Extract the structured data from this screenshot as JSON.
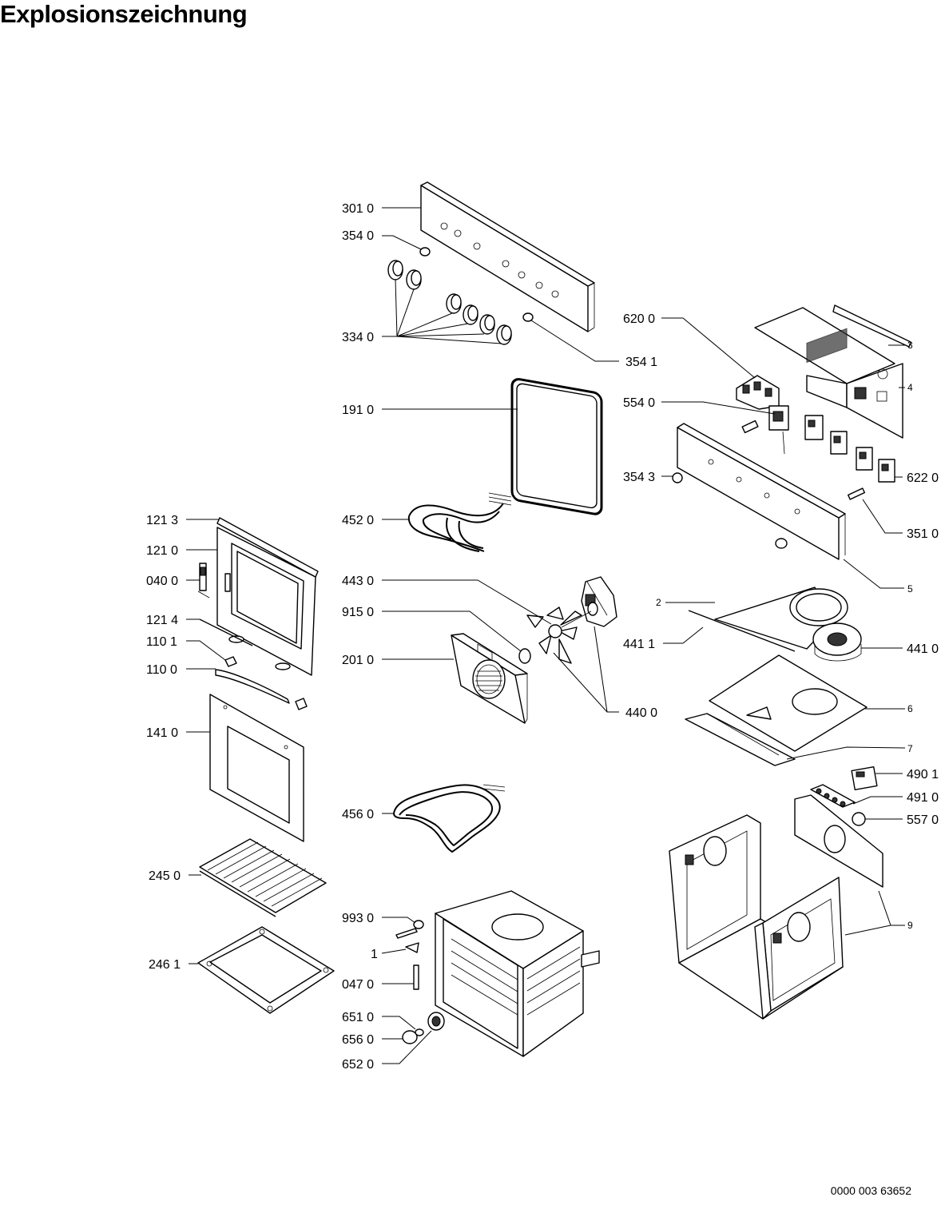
{
  "title": "Explosionszeichnung",
  "document_number": "0000 003 63652",
  "callouts": {
    "c3010": "301 0",
    "c3540": "354 0",
    "c3340": "334 0",
    "c3541": "354 1",
    "c1910": "191 0",
    "c4520": "452 0",
    "c4430": "443 0",
    "c9150": "915 0",
    "c2010": "201 0",
    "c4400": "440 0",
    "c4560": "456 0",
    "c9930": "993 0",
    "c1": "1",
    "c0470": "047 0",
    "c6510": "651 0",
    "c6560": "656 0",
    "c6520": "652 0",
    "c1213": "121 3",
    "c1210": "121 0",
    "c0400": "040 0",
    "c1214": "121 4",
    "c1101": "110 1",
    "c1100": "110 0",
    "c1410": "141 0",
    "c2450": "245 0",
    "c2461": "246 1",
    "c6200": "620 0",
    "c3": "3",
    "c4": "4",
    "c5540": "554 0",
    "c3543": "354 3",
    "c6220": "622 0",
    "c3510": "351 0",
    "c5": "5",
    "c2": "2",
    "c4411": "441 1",
    "c4410": "441 0",
    "c6": "6",
    "c7": "7",
    "c4901": "490 1",
    "c4910": "491 0",
    "c5570": "557 0",
    "c9": "9"
  }
}
